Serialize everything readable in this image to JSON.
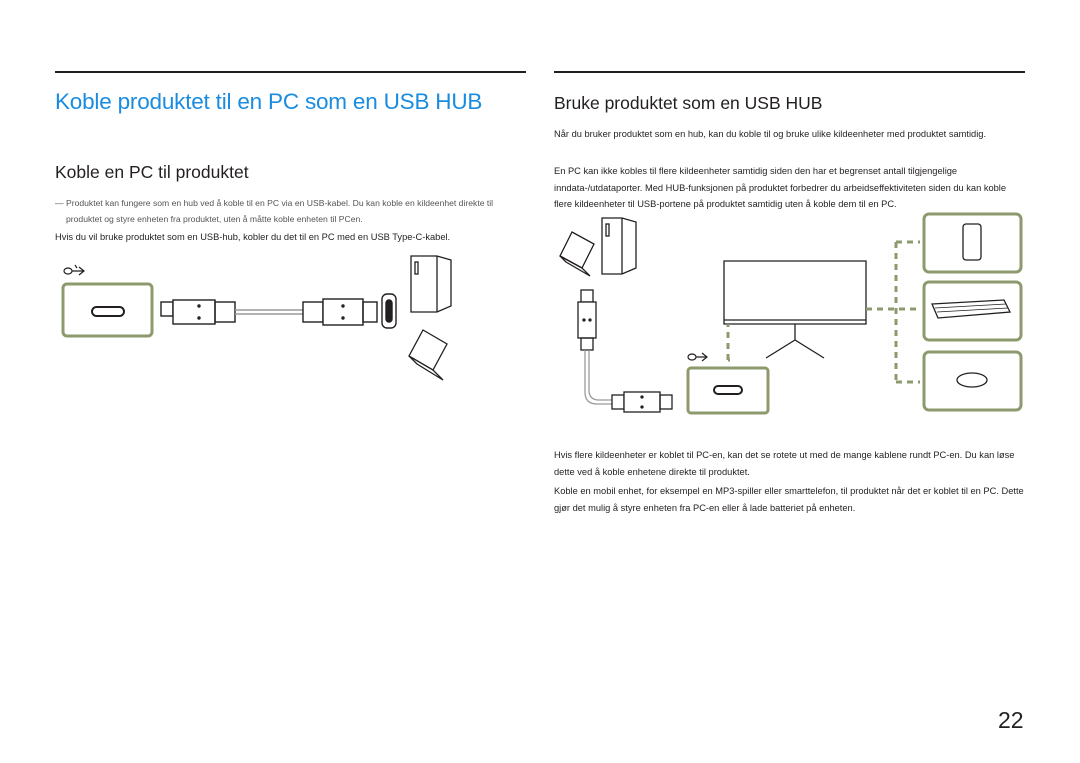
{
  "left": {
    "title": "Koble produktet til en PC som en USB HUB",
    "subtitle": "Koble en PC til produktet",
    "note_dash": "―",
    "note": "Produktet kan fungere som en hub ved å koble til en PC via en USB-kabel. Du kan koble en kildeenhet direkte til produktet og styre enheten fra produktet, uten å måtte koble enheten til PCen.",
    "body": "Hvis du vil bruke produktet som en USB-hub, kobler du det til en PC med en USB Type-C-kabel."
  },
  "right": {
    "title": "Bruke produktet som en USB HUB",
    "para1": "Når du bruker produktet som en hub, kan du koble til og bruke ulike kildeenheter med produktet samtidig.",
    "para2": "En PC kan ikke kobles til flere kildeenheter samtidig siden den har et begrenset antall tilgjengelige inndata-/utdataporter. Med HUB-funksjonen på produktet forbedrer du arbeidseffektiviteten siden du kan koble flere kildeenheter til USB-portene på produktet samtidig uten å koble dem til en PC.",
    "para3": "Hvis flere kildeenheter er koblet til PC-en, kan det se rotete ut med de mange kablene rundt PC-en. Du kan løse dette ved å koble enhetene direkte til produktet.",
    "para4": "Koble en mobil enhet, for eksempel en MP3-spiller eller smarttelefon, til produktet når det er koblet til en PC. Dette gjør det mulig å styre enheten fra PC-en eller å lade batteriet på enheten."
  },
  "page_number": "22",
  "colors": {
    "heading_blue": "#1a8ce0",
    "port_green": "#8c9a6e",
    "cable_gray": "#9a9a9a"
  }
}
